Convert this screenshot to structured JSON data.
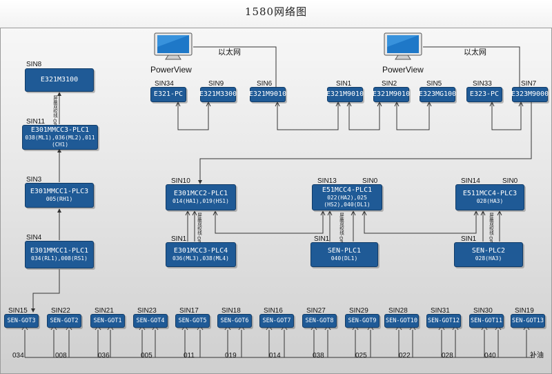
{
  "title": "1580网络图",
  "network": {
    "ethernet_label_left": "以太网",
    "ethernet_label_right": "以太网",
    "powerview_left": "PowerView",
    "powerview_right": "PowerView",
    "vertical_link_labels": {
      "a": "屏蔽双绞线-DP",
      "b": "屏蔽双绞线-DP",
      "c": "屏蔽双绞线-DP",
      "d": "屏蔽双绞线-DP"
    }
  },
  "nodes": [
    {
      "id": "e321m3100",
      "sin": "SIN8",
      "name": "E321M3100",
      "sub": ""
    },
    {
      "id": "plc_mmcc3",
      "sin": "SIN11",
      "name": "E301MMCC3-PLC1",
      "sub": "038(ML1),036(ML2),011",
      "sub2": "(CH1)"
    },
    {
      "id": "plc_mmcc1_3",
      "sin": "SIN3",
      "name": "E301MMCC1-PLC3",
      "sub": "005(RH1)"
    },
    {
      "id": "plc_mmcc1_1",
      "sin": "SIN4",
      "name": "E301MMCC1-PLC1",
      "sub": "034(RL1),008(RS1)"
    },
    {
      "id": "e321pc",
      "sin": "SIN34",
      "name": "E321-PC",
      "sub": ""
    },
    {
      "id": "e321m3300",
      "sin": "SIN9",
      "name": "E321M3300",
      "sub": ""
    },
    {
      "id": "e321m9010a",
      "sin": "SIN6",
      "name": "E321M9010",
      "sub": ""
    },
    {
      "id": "e321m9010b",
      "sin": "SIN1",
      "name": "E321M9010",
      "sub": ""
    },
    {
      "id": "e321m9010c",
      "sin": "SIN2",
      "name": "E321M9010",
      "sub": ""
    },
    {
      "id": "e323mg100",
      "sin": "SIN5",
      "name": "E323MG100",
      "sub": ""
    },
    {
      "id": "e323pc",
      "sin": "SIN33",
      "name": "E323-PC",
      "sub": ""
    },
    {
      "id": "e323m9000",
      "sin": "SIN7",
      "name": "E323M9000",
      "sub": ""
    },
    {
      "id": "plc_mcc2",
      "sin": "SIN10",
      "name": "E301MCC2-PLC1",
      "sub": "014(HA1),019(HS1)"
    },
    {
      "id": "plc_mcc3_4",
      "sin": "SIN1",
      "name": "E301MCC3-PLC4",
      "sub": "036(ML3),038(ML4)"
    },
    {
      "id": "plc_51mcc4",
      "sin": "SIN13",
      "sin_extra": "SIN0",
      "name": "E51MCC4-PLC1",
      "sub": "022(HA2),025",
      "sub2": "(HS2),040(DL1)"
    },
    {
      "id": "sen_plc1",
      "sin": "SIN1",
      "name": "SEN-PLC1",
      "sub": "040(DL1)"
    },
    {
      "id": "plc_511mcc4",
      "sin": "SIN14",
      "sin_extra": "SIN0",
      "name": "E511MCC4-PLC3",
      "sub": "028(HA3)"
    },
    {
      "id": "sen_plc2",
      "sin": "SIN1",
      "name": "SEN-PLC2",
      "sub": "028(HA3)"
    }
  ],
  "gots": [
    {
      "sin": "SIN15",
      "name": "SEN-GOT3"
    },
    {
      "sin": "SIN22",
      "name": "SEN-GOT2"
    },
    {
      "sin": "SIN21",
      "name": "SEN-GOT1"
    },
    {
      "sin": "SIN23",
      "name": "SEN-GOT4"
    },
    {
      "sin": "SIN17",
      "name": "SEN-GOT5"
    },
    {
      "sin": "SIN18",
      "name": "SEN-GOT6"
    },
    {
      "sin": "SIN16",
      "name": "SEN-GOT7"
    },
    {
      "sin": "SIN27",
      "name": "SEN-GOT8"
    },
    {
      "sin": "SIN29",
      "name": "SEN-GOT9"
    },
    {
      "sin": "SIN28",
      "name": "SEN-GOT10"
    },
    {
      "sin": "SIN31",
      "name": "SEN-GOT12"
    },
    {
      "sin": "SIN30",
      "name": "SEN-GOT11"
    },
    {
      "sin": "SIN19",
      "name": "SEN-GOT13"
    }
  ],
  "bottom_labels": [
    "034",
    "008",
    "036",
    "005",
    "011",
    "019",
    "014",
    "038",
    "025",
    "022",
    "028",
    "040",
    "补油"
  ]
}
